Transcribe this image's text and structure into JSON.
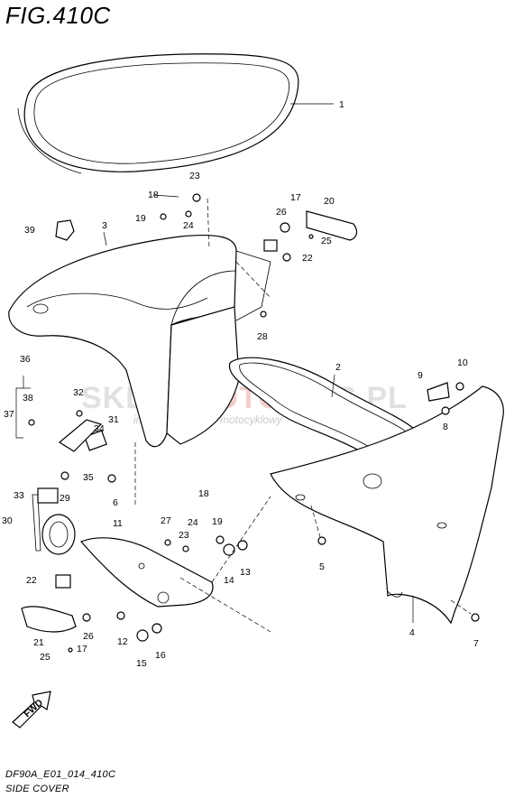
{
  "figure": {
    "title": "FIG.410C",
    "code": "DF90A_E01_014_410C",
    "name": "SIDE COVER"
  },
  "watermark": {
    "main_left": "SKLEP",
    "main_red": "MOTO",
    "main_right": "MMS.PL",
    "sub": "internetowy sklep motocyklowy"
  },
  "fwd_label": "FWD",
  "callouts": {
    "c1": "1",
    "c2": "2",
    "c3": "3",
    "c4": "4",
    "c5": "5",
    "c6": "6",
    "c7": "7",
    "c8": "8",
    "c9": "9",
    "c10": "10",
    "c11": "11",
    "c12": "12",
    "c13": "13",
    "c14": "14",
    "c15": "15",
    "c16": "16",
    "c17a": "17",
    "c17b": "17",
    "c18a": "18",
    "c18b": "18",
    "c19a": "19",
    "c19b": "19",
    "c20": "20",
    "c21": "21",
    "c22a": "22",
    "c22b": "22",
    "c23a": "23",
    "c23b": "23",
    "c24a": "24",
    "c24b": "24",
    "c25a": "25",
    "c25b": "25",
    "c26a": "26",
    "c26b": "26",
    "c27": "27",
    "c28": "28",
    "c29": "29",
    "c30": "30",
    "c31": "31",
    "c32": "32",
    "c33": "33",
    "c34": "34",
    "c35": "35",
    "c36": "36",
    "c37": "37",
    "c38": "38",
    "c39": "39"
  }
}
